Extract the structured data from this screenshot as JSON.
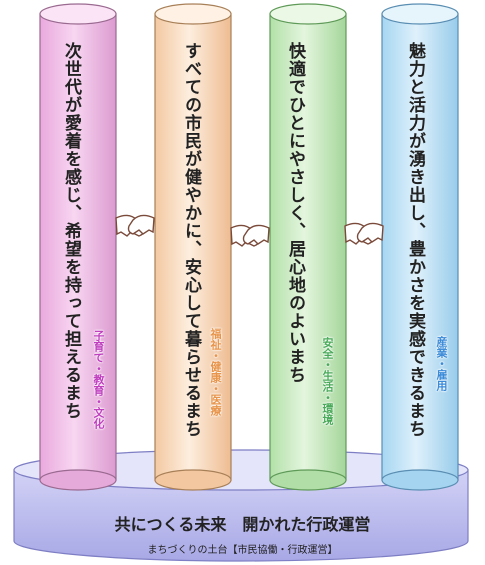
{
  "pillars": [
    {
      "main": "次世代が愛着を感じ、希望を持って担えるまち",
      "tag": "子育て・教育・文化",
      "tag_color": "#c040c0",
      "fill": "#f4c8ec"
    },
    {
      "main": "すべての市民が健やかに、安心して暮らせるまち",
      "tag": "福祉・健康・医療",
      "tag_color": "#e8944a",
      "fill": "#fce6d0"
    },
    {
      "main": "快適でひとにやさしく、居心地のよいまち",
      "tag": "安全・生活・環境",
      "tag_color": "#4aaa5a",
      "fill": "#d4f0cc"
    },
    {
      "main": "魅力と活力が湧き出し、豊かさを実感できるまち",
      "tag": "産業・雇用",
      "tag_color": "#3a8ad8",
      "fill": "#cce8f8"
    }
  ],
  "base": {
    "title": "共につくる未来　開かれた行政運営",
    "subtitle": "まちづくりの土台【市民協働・行政運営】",
    "fill": "#c8c8f0"
  }
}
